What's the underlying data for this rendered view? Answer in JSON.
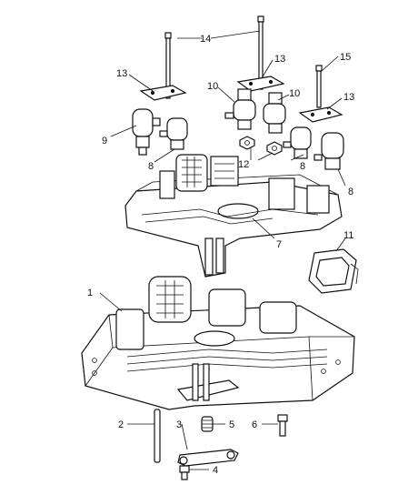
{
  "diagram": {
    "callouts": [
      "1",
      "2",
      "3",
      "4",
      "5",
      "6",
      "7",
      "8",
      "8",
      "8",
      "9",
      "10",
      "10",
      "11",
      "12",
      "13",
      "13",
      "13",
      "14",
      "15"
    ]
  }
}
